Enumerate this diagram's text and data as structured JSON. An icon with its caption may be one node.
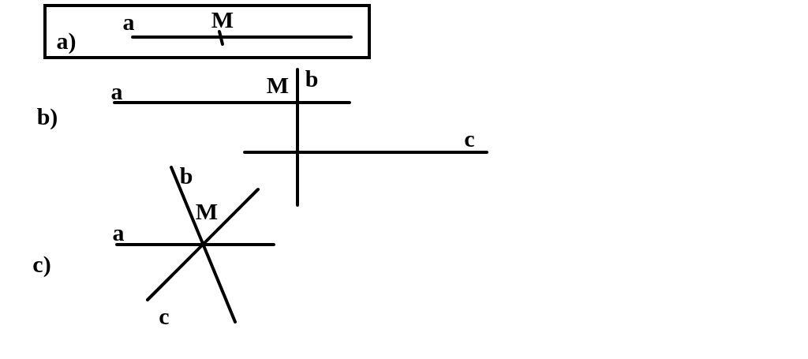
{
  "diagram": {
    "nodes": [
      {
        "text": [
          "a)"
        ]
      }
    ],
    "labels": [
      "a",
      "M",
      "b)",
      "a",
      "M",
      "b",
      "c",
      "c)",
      "b",
      "M",
      "a",
      "c"
    ]
  }
}
